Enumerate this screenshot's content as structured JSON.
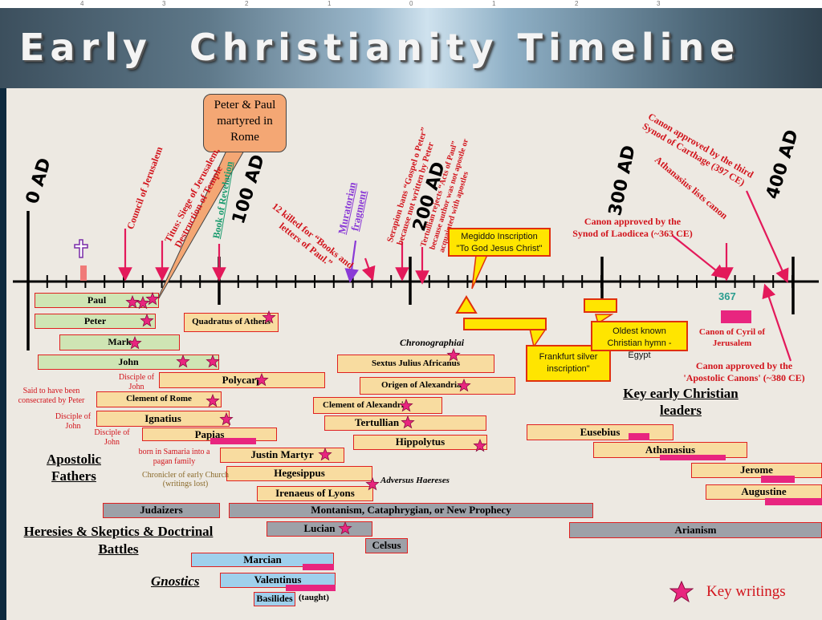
{
  "page": {
    "title": "Early  Christianity Timeline"
  },
  "ruler": {
    "ticks": [
      "4",
      "3",
      "2",
      "1",
      "0",
      "1",
      "2",
      "3"
    ]
  },
  "axis": {
    "labels": {
      "ad0": "0 AD",
      "ad100": "100 AD",
      "ad200": "200 AD",
      "ad300": "300 AD",
      "ad400": "400 AD"
    }
  },
  "events": {
    "council": "Council of Jerusalem",
    "titus1": "Titus:  Siege of Jerusalem,",
    "titus2": "Destruction of Temple",
    "revelation": "Book of Revelation",
    "peterpaul": "Peter & Paul martyred in Rome",
    "killed1": "12 killed for “Books and",
    "killed2": "letters of Paul.”",
    "muratorian1": "Muratorian",
    "muratorian2": "fragment",
    "serapion1": "Serapion bans “Gospel o Peter”",
    "serapion2": "because not written by Peter",
    "tertullian1": "Tertullian rejects “Acts of Paul”",
    "tertullian2": "because author was not apostle or",
    "tertullian3": "acquainted with apostles",
    "carthage1": "Canon approved by the third",
    "carthage2": "Synod of Carthage (397 CE)",
    "athanasius": "Athanasius lists canon",
    "laodicea1": "Canon approved by the",
    "laodicea2": "Synod of Laodicea (~363 CE)",
    "megiddo1": "Megiddo Inscription",
    "megiddo2": "\"To God Jesus Christ\"",
    "frankfurt": "Frankfurt silver inscription\"",
    "hymn": "Oldest known Christian hymn - Egypt",
    "year367": "367",
    "cyril": "Canon of Cyril of Jerusalem",
    "apostolic1": "Canon approved by the",
    "apostolic2": "'Apostolic Canons' (~380 CE)"
  },
  "people": {
    "paul": "Paul",
    "peter": "Peter",
    "mark": "Mark",
    "john": "John",
    "quadratus": "Quadratus of Athens",
    "polycarp": "Polycarp",
    "clement_rome": "Clement of Rome",
    "ignatius": "Ignatius",
    "papias": "Papias",
    "justin": "Justin Martyr",
    "hegesippus": "Hegesippus",
    "irenaeus": "Irenaeus of Lyons",
    "sextus": "Sextus Julius Africanus",
    "origen": "Origen of Alexandria",
    "clement_alex": "Clement of Alexandria",
    "tertullian": "Tertullian",
    "hippolytus": "Hippolytus",
    "eusebius": "Eusebius",
    "athanasius": "Athanasius",
    "jerome": "Jerome",
    "augustine": "Augustine",
    "judaizers": "Judaizers",
    "montanism": "Montanism, Cataphrygian, or New Prophecy",
    "lucian": "Lucian",
    "celsus": "Celsus",
    "arianism": "Arianism",
    "marcian": "Marcian",
    "valentinus": "Valentinus",
    "basilides": "Basilides",
    "taught": "(taught)"
  },
  "notes": {
    "disciple1": "Disciple of John",
    "consecrated": "Said to have been consecrated by Peter",
    "disciple2": "Disciple of John",
    "disciple3": "Disciple of John",
    "samaria": "born in Samaria into a pagan family",
    "chronicler": "Chronicler of  early Church (writings lost)",
    "chronographiai": "Chronographiai",
    "adversus": "Adversus Haereses"
  },
  "groups": {
    "apostolic": "Apostolic Fathers",
    "leaders": "Key early Christian leaders",
    "heresies1": "Heresies & Skeptics & Doctrinal",
    "heresies2": "Battles",
    "gnostics": "Gnostics"
  },
  "legend": {
    "key": "Key writings"
  },
  "colors": {
    "accent_red": "#d2141c",
    "star": "#e8257f",
    "bar_tan": "#f8dca0",
    "bar_green": "#cfe5b4",
    "bar_gray": "#9da1a8",
    "bar_blue": "#9fd0ec",
    "yellow": "#ffe500",
    "callout": "#f4a774"
  }
}
